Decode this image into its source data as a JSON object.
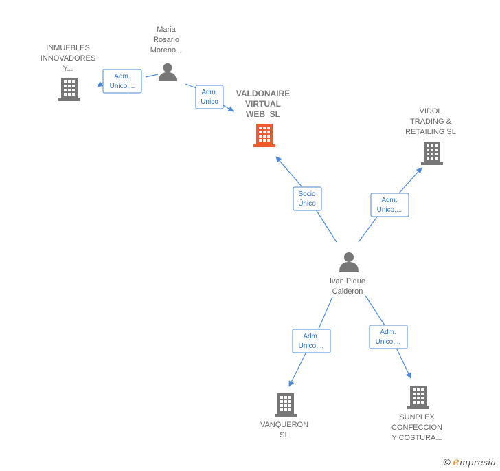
{
  "colors": {
    "edge": "#4a8ad8",
    "company": "#777777",
    "focus_company": "#ef5b2e",
    "person": "#777777"
  },
  "nodes": {
    "valdonaire": {
      "lines": [
        "VALDONAIRE",
        "VIRTUAL",
        "WEB  SL"
      ],
      "icon": "building-icon",
      "focus": true
    },
    "maria": {
      "lines": [
        "Maria",
        "Rosario",
        "Moreno..."
      ],
      "icon": "person-icon"
    },
    "inmuebles": {
      "lines": [
        "INMUEBLES",
        "INNOVADORES",
        "Y..."
      ],
      "icon": "building-icon"
    },
    "vidol": {
      "lines": [
        "VIDOL",
        "TRADING &",
        "RETAILING SL"
      ],
      "icon": "building-icon"
    },
    "ivan": {
      "lines": [
        "Ivan Pique",
        "Calderon"
      ],
      "icon": "person-icon"
    },
    "vanqueron": {
      "lines": [
        "VANQUERON",
        "SL"
      ],
      "icon": "building-icon"
    },
    "sunplex": {
      "lines": [
        "SUNPLEX",
        "CONFECCION",
        "Y COSTURA..."
      ],
      "icon": "building-icon"
    }
  },
  "edges": {
    "maria_inmuebles": [
      "Adm.",
      "Unico,..."
    ],
    "maria_valdonaire": [
      "Adm.",
      "Unico"
    ],
    "ivan_valdonaire": [
      "Socio",
      "Único"
    ],
    "ivan_vidol": [
      "Adm.",
      "Unico,..."
    ],
    "ivan_vanqueron": [
      "Adm.",
      "Unico,..."
    ],
    "ivan_sunplex": [
      "Adm.",
      "Unico,..."
    ]
  },
  "footer": {
    "copyright": "©",
    "brand_first": "e",
    "brand_rest": "mpresia"
  }
}
